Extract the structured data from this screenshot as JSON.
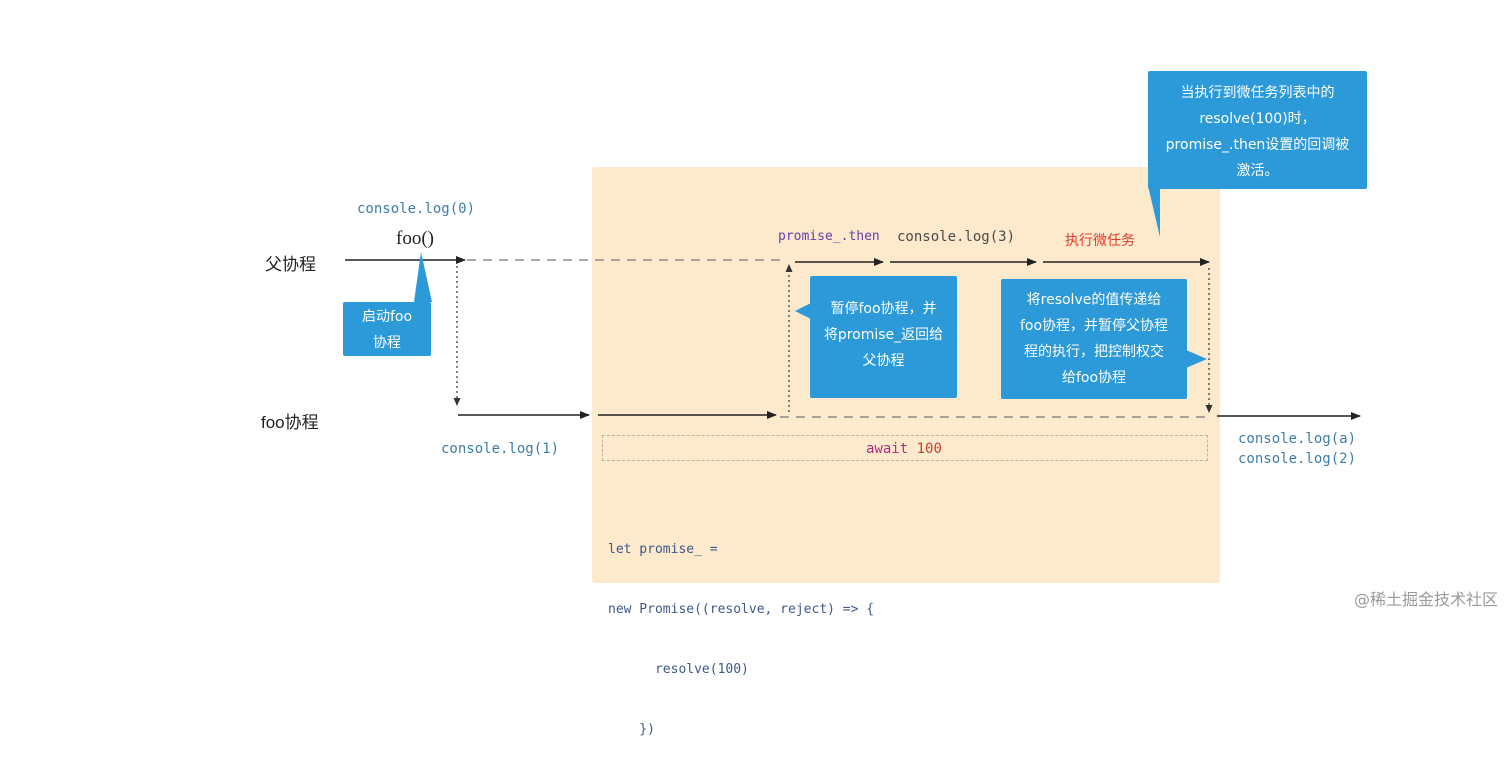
{
  "lanes": {
    "parent_label": "父协程",
    "foo_label": "foo协程"
  },
  "parent_lane": {
    "foo_call": "foo()",
    "log0": "console.log(0)",
    "promise_then": "promise_.then",
    "log3": "console.log(3)",
    "exec_microtask": "执行微任务"
  },
  "foo_lane": {
    "log1": "console.log(1)",
    "await_keyword": "await",
    "await_value": "100",
    "log_a": "console.log(a)",
    "log2": "console.log(2)"
  },
  "callouts": {
    "start_foo": "启动foo\n协程",
    "pause_foo": "暂停foo协程，并\n将promise_返回给\n父协程",
    "pass_resolve": "将resolve的值传递给\nfoo协程，并暂停父协程\n程的执行，把控制权交\n给foo协程",
    "resolve_activated": "当执行到微任务列表中的\nresolve(100)时，\npromise_.then设置的回调被\n激活。"
  },
  "code": {
    "line1": "let promise_ =",
    "line2": "new Promise((resolve, reject) => {",
    "line3": "      resolve(100)",
    "line4": "    })"
  },
  "watermark": "@稀土掘金技术社区",
  "colors": {
    "await_region": "#fde9cc",
    "callout_bg": "#2c9ad8",
    "code_text": "#3d7ea6",
    "annotation_purple": "#6a3dab",
    "annotation_red": "#e23c2c"
  }
}
